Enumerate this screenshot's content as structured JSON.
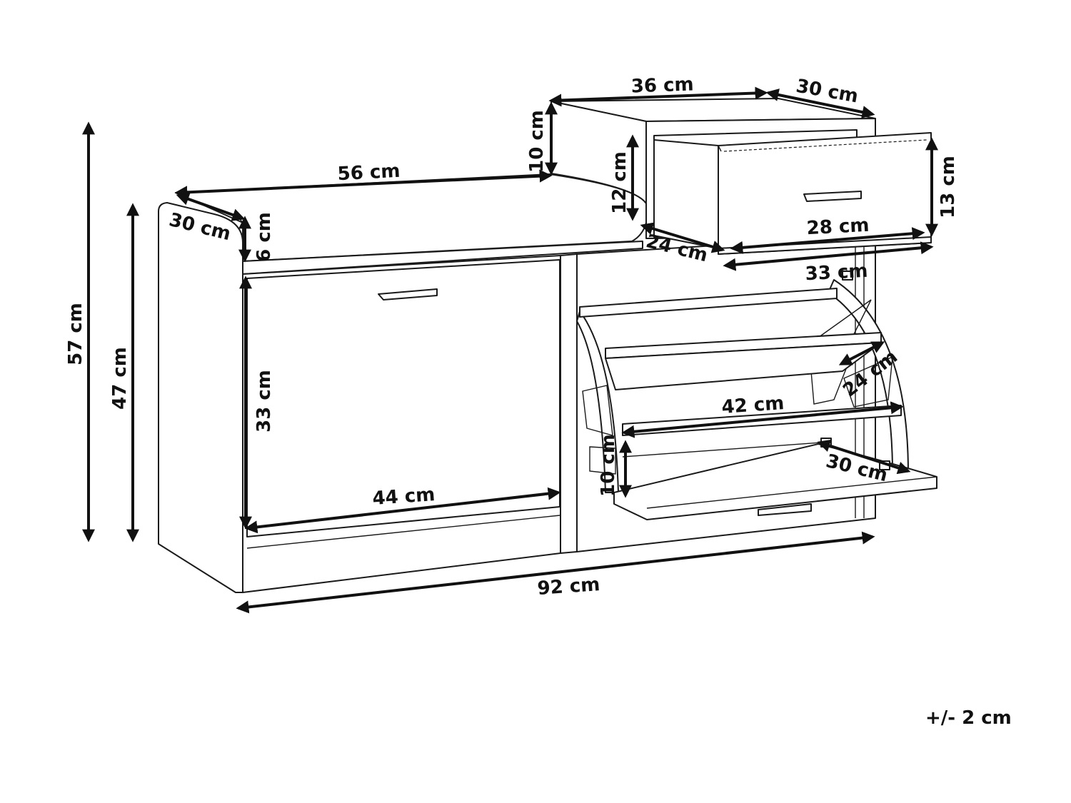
{
  "dimensions": {
    "total_height": "57 cm",
    "bench_height": "47 cm",
    "seat_length": "56 cm",
    "seat_depth": "30 cm",
    "seat_thickness": "6 cm",
    "left_door_height": "33 cm",
    "left_inner_width": "44 cm",
    "total_width": "92 cm",
    "drawer_cabinet_width": "36 cm",
    "drawer_cabinet_depth": "30 cm",
    "drawer_cabinet_height": "10 cm",
    "drawer_inner_height": "12 cm",
    "drawer_front_height": "13 cm",
    "drawer_inner_width": "28 cm",
    "drawer_inner_depth": "24 cm",
    "drawer_front_width": "33 cm",
    "shoe_shelf_width": "42 cm",
    "shoe_shelf_depth": "24 cm",
    "flap_depth": "30 cm",
    "flap_height": "10 cm"
  },
  "tolerance": "+/- 2 cm"
}
